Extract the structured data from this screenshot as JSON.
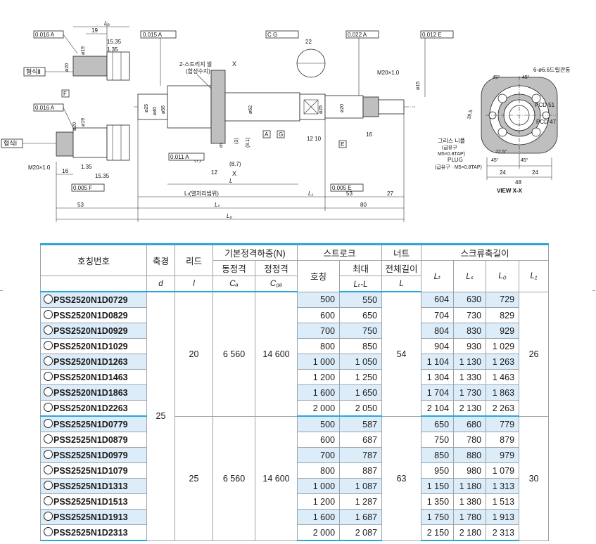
{
  "drawing": {
    "labels": {
      "tol_0016_a_top": "0.016 A",
      "tol_0016_a_mid": "0.016 A",
      "tol_0015_a": "0.015 A",
      "tol_c_g": "C G",
      "tol_0022_a": "0.022 A",
      "tol_0012_e": "0.012 E",
      "type2": "형식Ⅱ",
      "type1": "형식Ⅰ",
      "lo_top": "L₀",
      "dim_19": "19",
      "dim_15_35_top": "15.35",
      "dim_1_35_top": "1.35",
      "dim_20_top": "ø20",
      "dim_19_top": "ø19",
      "dim_f_top": "F",
      "dim_20_mid": "ø20",
      "dim_19_mid": "ø19",
      "m20_left": "M20×1.0",
      "dim_16_left": "16",
      "dim_1_35_mid": "1.35",
      "dim_15_35_mid": "15.35",
      "tol_0005_f": "0.005 F",
      "seal": "2-스트리지 씰",
      "seal_sub": "(합성수지)",
      "x_top": "X",
      "x_bot": "X",
      "dia_25": "ø25",
      "dia_40": "ø40",
      "dia_56": "ø56",
      "dia_62": "ø62",
      "dim_6": "6",
      "dim_3": "(3)",
      "dim_81": "(8.1)",
      "dim_7": "(7)",
      "dim_87": "(8.7)",
      "dim_12": "12",
      "tol_0011_a": "0.011 A",
      "box_a": "A",
      "box_g": "G",
      "dim_12_10": "12  10",
      "dia_25b": "ø25",
      "dia_20b": "ø20",
      "box_e": "E",
      "m20_right": "M20×1.0",
      "dia_15": "ø15",
      "dim_16_right": "16",
      "dim_22": "22",
      "l_label": "L",
      "lt_label": "Lₜ(열처리범위)",
      "l1_label": "L₁",
      "tol_0005_e": "0.005 E",
      "dim_53_right": "53",
      "dim_27": "27",
      "dim_53_left": "53",
      "ls_label": "Lₛ",
      "dim_80": "80",
      "lo_bot": "L₀",
      "holes": "6-ø6.6드릴관통",
      "ang_45a": "45°",
      "ang_45b": "45°",
      "dim_39_5": "39.5",
      "pcd51": "PCD 51",
      "pcd47": "PCD 47",
      "grease": "그리스 니플",
      "grease_sub": "(급유구",
      "grease_sub2": "M5×0.8TAP)",
      "plug": "PLUG",
      "plug_sub": "(급유구 · M5×0.8TAP)",
      "ang_22_5": "22.5°",
      "ang_45c": "45°",
      "ang_45d": "45°",
      "dim_24a": "24",
      "dim_24b": "24",
      "dim_48": "48",
      "view": "VIEW X-X"
    }
  },
  "table": {
    "headers": {
      "part_no": "호칭번호",
      "shaft_dia": "축경",
      "lead": "리드",
      "basic_load": "기본정격하중(N)",
      "dynamic": "동정격",
      "static": "정정격",
      "stroke": "스트로크",
      "nominal": "호칭",
      "max": "최대",
      "nut_len": "너트",
      "nut_len2": "전체길이",
      "screw_len": "스크류축길이",
      "sym_d": "d",
      "sym_l": "l",
      "sym_ca": "Cₐ",
      "sym_coa": "C₀ₐ",
      "sym_lt_l": "Lₜ-L",
      "sym_L": "L",
      "sym_lt": "Lₜ",
      "sym_ls": "Lₛ",
      "sym_lo": "L₀",
      "sym_l1": "L₁"
    },
    "shaft_dia_value": "25",
    "groups": [
      {
        "lead": "20",
        "dynamic": "6 560",
        "static": "14 600",
        "nut_length": "54",
        "l1": "26",
        "rows": [
          {
            "part": "PSS2520N1D0729",
            "nominal": "500",
            "max": "550",
            "lt": "604",
            "ls": "630",
            "lo": "729"
          },
          {
            "part": "PSS2520N1D0829",
            "nominal": "600",
            "max": "650",
            "lt": "704",
            "ls": "730",
            "lo": "829"
          },
          {
            "part": "PSS2520N1D0929",
            "nominal": "700",
            "max": "750",
            "lt": "804",
            "ls": "830",
            "lo": "929"
          },
          {
            "part": "PSS2520N1D1029",
            "nominal": "800",
            "max": "850",
            "lt": "904",
            "ls": "930",
            "lo": "1 029"
          },
          {
            "part": "PSS2520N1D1263",
            "nominal": "1 000",
            "max": "1 050",
            "lt": "1 104",
            "ls": "1 130",
            "lo": "1 263"
          },
          {
            "part": "PSS2520N1D1463",
            "nominal": "1 200",
            "max": "1 250",
            "lt": "1 304",
            "ls": "1 330",
            "lo": "1 463"
          },
          {
            "part": "PSS2520N1D1863",
            "nominal": "1 600",
            "max": "1 650",
            "lt": "1 704",
            "ls": "1 730",
            "lo": "1 863"
          },
          {
            "part": "PSS2520N1D2263",
            "nominal": "2 000",
            "max": "2 050",
            "lt": "2 104",
            "ls": "2 130",
            "lo": "2 263"
          }
        ]
      },
      {
        "lead": "25",
        "dynamic": "6 560",
        "static": "14 600",
        "nut_length": "63",
        "l1": "30",
        "rows": [
          {
            "part": "PSS2525N1D0779",
            "nominal": "500",
            "max": "587",
            "lt": "650",
            "ls": "680",
            "lo": "779"
          },
          {
            "part": "PSS2525N1D0879",
            "nominal": "600",
            "max": "687",
            "lt": "750",
            "ls": "780",
            "lo": "879"
          },
          {
            "part": "PSS2525N1D0979",
            "nominal": "700",
            "max": "787",
            "lt": "850",
            "ls": "880",
            "lo": "979"
          },
          {
            "part": "PSS2525N1D1079",
            "nominal": "800",
            "max": "887",
            "lt": "950",
            "ls": "980",
            "lo": "1 079"
          },
          {
            "part": "PSS2525N1D1313",
            "nominal": "1 000",
            "max": "1 087",
            "lt": "1 150",
            "ls": "1 180",
            "lo": "1 313"
          },
          {
            "part": "PSS2525N1D1513",
            "nominal": "1 200",
            "max": "1 287",
            "lt": "1 350",
            "ls": "1 380",
            "lo": "1 513"
          },
          {
            "part": "PSS2525N1D1913",
            "nominal": "1 600",
            "max": "1 687",
            "lt": "1 750",
            "ls": "1 780",
            "lo": "1 913"
          },
          {
            "part": "PSS2525N1D2313",
            "nominal": "2 000",
            "max": "2 087",
            "lt": "2 150",
            "ls": "2 180",
            "lo": "2 313"
          }
        ]
      }
    ]
  }
}
